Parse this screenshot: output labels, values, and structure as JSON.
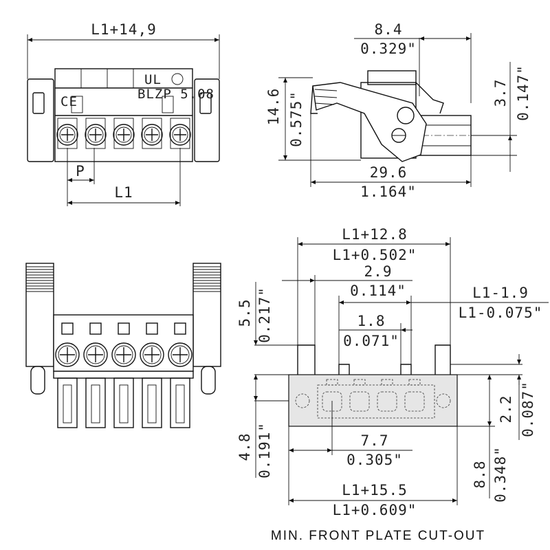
{
  "dimensions": {
    "top_left": {
      "overall_width": "L1+14,9",
      "pitch": "P",
      "length": "L1"
    },
    "side_view": {
      "width_mm": "8.4",
      "width_in": "0.329\"",
      "height_mm": "14.6",
      "height_in": "0.575\"",
      "offset_mm": "3.7",
      "offset_in": "0.147\"",
      "depth_mm": "29.6",
      "depth_in": "1.164\""
    },
    "cutout": {
      "total_mm": "L1+12.8",
      "total_in": "L1+0.502\"",
      "tab_mm": "2.9",
      "tab_in": "0.114\"",
      "inner_mm": "L1-1.9",
      "inner_in": "L1-0.075\"",
      "slot_mm": "1.8",
      "slot_in": "0.071\"",
      "height_mm": "5.5",
      "height_in": "0.217\"",
      "center_mm": "7.7",
      "center_in": "0.305\"",
      "lower_mm": "4.8",
      "lower_in": "0.191\"",
      "right_small_mm": "2.2",
      "right_small_in": "0.087\"",
      "right_big_mm": "8.8",
      "right_big_in": "0.348\"",
      "bottom_mm": "L1+15.5",
      "bottom_in": "L1+0.609\""
    }
  },
  "marks": {
    "housing_label": "BLZP 5.08",
    "cert_mark": "UL",
    "ce_mark": "CE"
  },
  "caption": "MIN. FRONT PLATE CUT-OUT",
  "colors": {
    "line": "#111111",
    "background": "#ffffff"
  }
}
